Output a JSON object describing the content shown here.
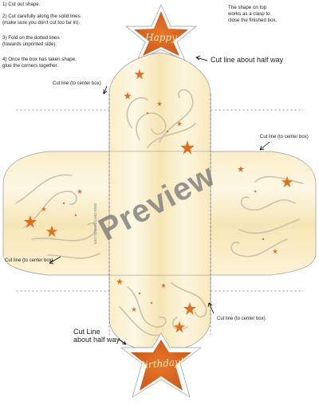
{
  "instructions": {
    "step1": "1) Cut out shape.",
    "step2_line1": "2) Cut carefully along the solid lines",
    "step2_line2": "(make sure you don't cut too far in).",
    "step3_line1": "3) Fold on the dotted lines",
    "step3_line2": "(towards unprinted side).",
    "step4_line1": "4) Once the box has taken shape,",
    "step4_line2": "glue the corners together."
  },
  "clasp_note": {
    "line1": "The shape on top",
    "line2": "works as a clasp to",
    "line3": "close the finished box."
  },
  "labels": {
    "cut_half_top": "Cut line about half way",
    "cut_center_top_left": "Cut line (to center box)",
    "cut_center_right": "Cut line (to center box)",
    "cut_center_left": "Cut line (to center box)",
    "cut_center_bottom_right": "Cut line (to center box)",
    "cut_half_bottom_line1": "Cut Line",
    "cut_half_bottom_line2": "about half way"
  },
  "star_top_text": "Happy",
  "star_bottom_text": "Birthday!",
  "watermark": "Preview",
  "site_credit": "www.merrypostals.com",
  "colors": {
    "paper_light": "#fdf6df",
    "paper_mid": "#f6e7b8",
    "star_orange": "#d9621c",
    "swirl_gray": "#c9c1ad",
    "accent_star": "#e0701e"
  }
}
